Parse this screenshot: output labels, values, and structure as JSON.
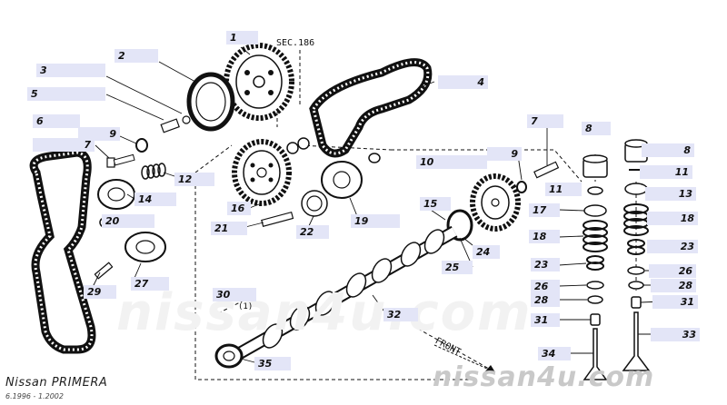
{
  "header": {
    "sec_ref": "SEC.186"
  },
  "callouts": {
    "c1": "1",
    "c2": "2",
    "c3": "3",
    "c4": "4",
    "c5": "5",
    "c6": "6",
    "c7_left": "7",
    "c7_right": "7",
    "c8_a": "8",
    "c8_b": "8",
    "c9_left": "9",
    "c9_right": "9",
    "c10": "10",
    "c11_a": "11",
    "c11_b": "11",
    "c12": "12",
    "c13": "13",
    "c14": "14",
    "c15": "15",
    "c16": "16",
    "c17": "17",
    "c18_a": "18",
    "c18_b": "18",
    "c19": "19",
    "c20": "20",
    "c21": "21",
    "c22": "22",
    "c23_a": "23",
    "c23_b": "23",
    "c24": "24",
    "c25": "25",
    "c26_a": "26",
    "c26_b": "26",
    "c27": "27",
    "c28_a": "28",
    "c28_b": "28",
    "c29": "29",
    "c30": "30",
    "c30_sub": "(1)",
    "c31_a": "31",
    "c31_b": "31",
    "c32": "32",
    "c33": "33",
    "c34": "34",
    "c35": "35"
  },
  "annotations": {
    "front": "FRONT"
  },
  "footer": {
    "model": "Nissan PRIMERA",
    "dates": "6.1996 - 1.2002"
  },
  "watermarks": {
    "large": "nissan4u.com",
    "small": "nissan4u.com"
  }
}
